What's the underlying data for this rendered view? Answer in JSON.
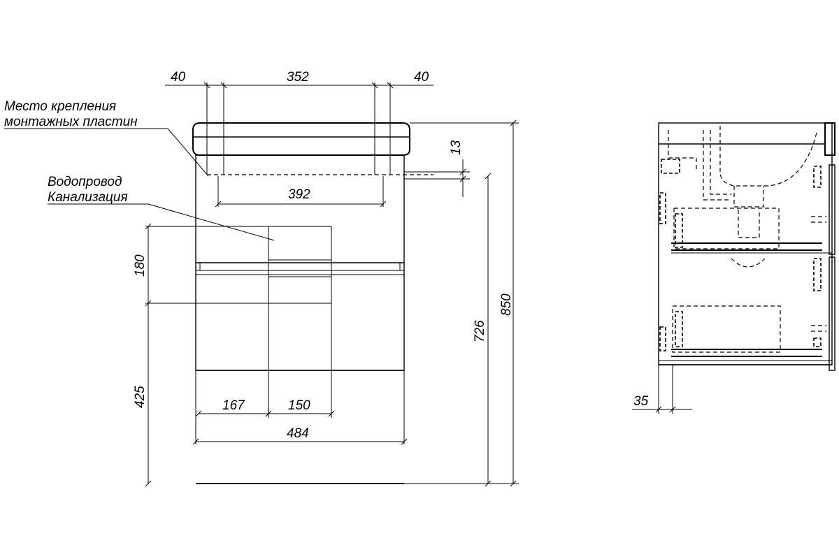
{
  "labels": {
    "mount_plates_line1": "Место крепления",
    "mount_plates_line2": "монтажных пластин",
    "water_line1": "Водопровод",
    "water_line2": "Канализация"
  },
  "dimensions": {
    "top_left_40": "40",
    "top_352": "352",
    "top_right_40": "40",
    "mid_392": "392",
    "gap_13": "13",
    "height_180": "180",
    "height_425": "425",
    "bottom_167": "167",
    "bottom_150": "150",
    "width_484": "484",
    "height_726": "726",
    "height_850": "850",
    "side_35": "35"
  }
}
